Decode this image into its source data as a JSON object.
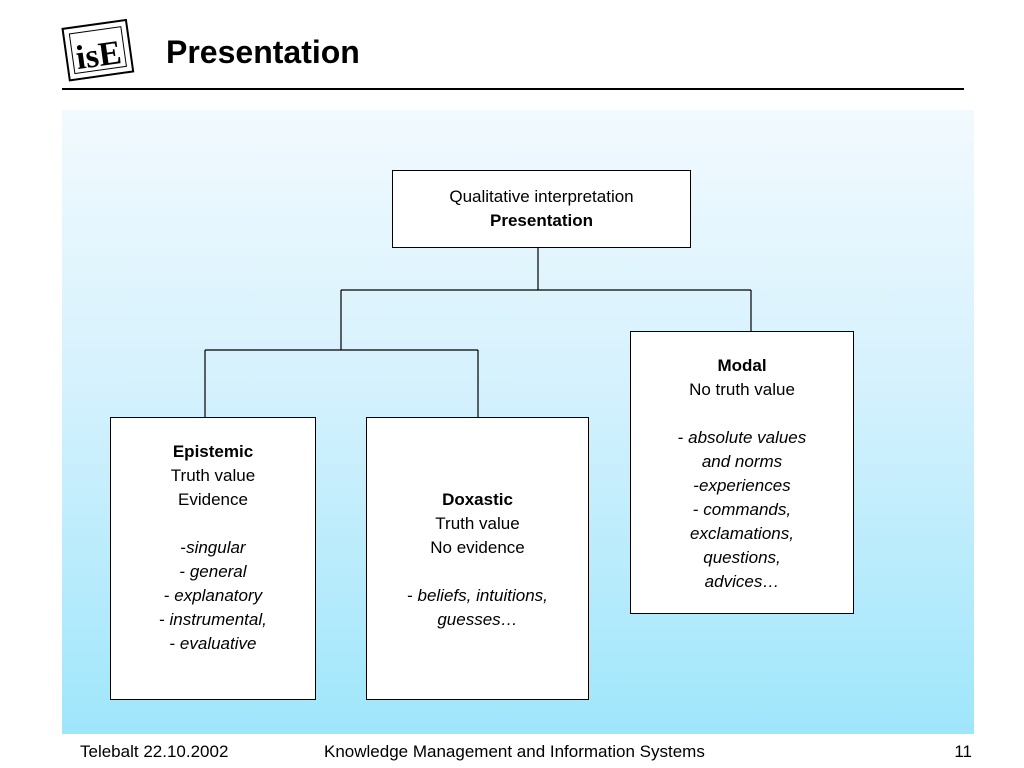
{
  "slide": {
    "title": "Presentation",
    "logo_text": "isE"
  },
  "diagram": {
    "root": {
      "line1": "Qualitative interpretation",
      "line2": "Presentation"
    },
    "epistemic": {
      "heading": "Epistemic",
      "line1": "Truth value",
      "line2": "Evidence",
      "items": [
        {
          "prefix": "-",
          "text": "singular"
        },
        {
          "prefix": "- ",
          "text": "general"
        },
        {
          "prefix": "- ",
          "text": "explanatory"
        },
        {
          "prefix": "- ",
          "text": "instrumental,"
        },
        {
          "prefix": "- ",
          "text": "evaluative"
        }
      ]
    },
    "doxastic": {
      "heading": "Doxastic",
      "line1": "Truth value",
      "line2": "No evidence",
      "item_prefix": "- ",
      "item_line1": "beliefs, intuitions,",
      "item_line2": "guesses…"
    },
    "modal": {
      "heading": "Modal",
      "line1": "No truth value",
      "items": [
        {
          "prefix": "- ",
          "text": "absolute values"
        },
        {
          "prefix": "",
          "text": "and  norms"
        },
        {
          "prefix": "-",
          "text": "experiences"
        },
        {
          "prefix": "- ",
          "text": "commands,"
        },
        {
          "prefix": "",
          "text": "exclamations,"
        },
        {
          "prefix": "",
          "text": "questions,"
        },
        {
          "prefix": "",
          "text": "advices…"
        }
      ]
    }
  },
  "footer": {
    "left": "Telebalt 22.10.2002",
    "center": "Knowledge Management and Information Systems",
    "page_number": "11"
  }
}
